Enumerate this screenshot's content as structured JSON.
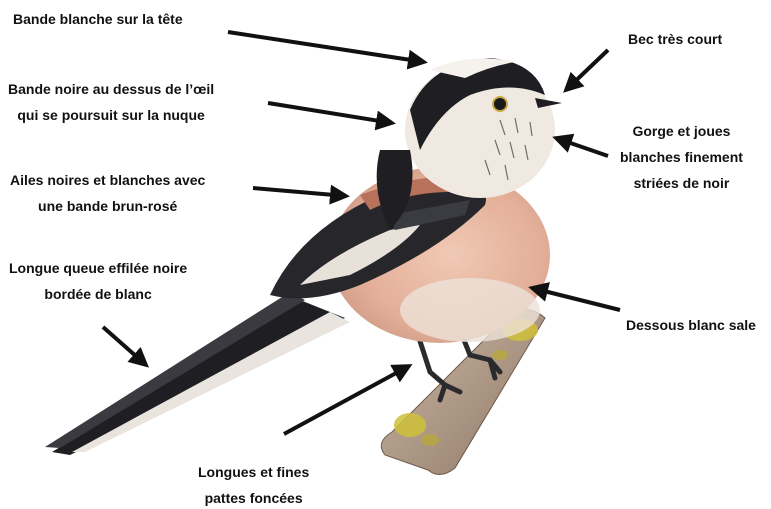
{
  "labels": {
    "bande_blanche": "Bande blanche sur la tête",
    "bande_noire_l1": "Bande noire au dessus de l’œil",
    "bande_noire_l2": "qui se poursuit sur la nuque",
    "ailes_l1": "Ailes noires et blanches avec",
    "ailes_l2": "une bande brun-rosé",
    "queue_l1": "Longue queue effilée noire",
    "queue_l2": "bordée de blanc",
    "bec": "Bec très court",
    "gorge_l1": "Gorge et joues",
    "gorge_l2": "blanches finement",
    "gorge_l3": "striées de noir",
    "dessous": "Dessous blanc sale",
    "pattes_l1": "Longues et fines",
    "pattes_l2": "pattes foncées"
  },
  "colors": {
    "arrow": "#111111",
    "black_plumage": "#1f1f23",
    "belly_pink": "#e9bba6",
    "white_plumage": "#f1ece6",
    "rose_band": "#b8715a",
    "branch": "#b39b8a",
    "lichen": "#cfc13a"
  }
}
